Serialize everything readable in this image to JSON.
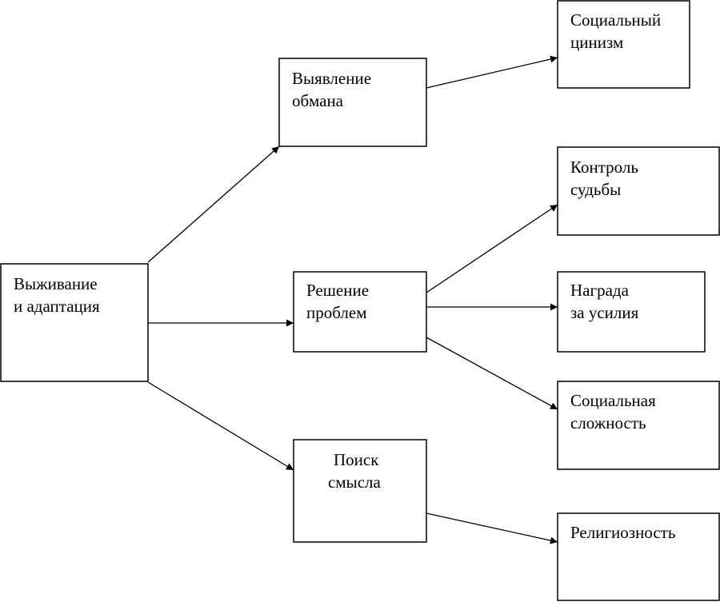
{
  "diagram": {
    "nodes": {
      "survival": {
        "line1": "Выживание",
        "line2": "и адаптация"
      },
      "deception": {
        "line1": "Выявление",
        "line2": "обмана"
      },
      "problem_solving": {
        "line1": "Решение",
        "line2": "проблем"
      },
      "meaning": {
        "line1": "Поиск",
        "line2": "смысла"
      },
      "cynicism": {
        "line1": "Социальный",
        "line2": "цинизм"
      },
      "fate_control": {
        "line1": "Контроль",
        "line2": "судьбы"
      },
      "reward": {
        "line1": "Награда",
        "line2": "за усилия"
      },
      "complexity": {
        "line1": "Социальная",
        "line2": "сложность"
      },
      "religiosity": {
        "line1": "Религиозность"
      }
    },
    "edges": [
      {
        "from": "survival",
        "to": "deception"
      },
      {
        "from": "survival",
        "to": "problem_solving"
      },
      {
        "from": "survival",
        "to": "meaning"
      },
      {
        "from": "deception",
        "to": "cynicism"
      },
      {
        "from": "problem_solving",
        "to": "fate_control"
      },
      {
        "from": "problem_solving",
        "to": "reward"
      },
      {
        "from": "problem_solving",
        "to": "complexity"
      },
      {
        "from": "meaning",
        "to": "religiosity"
      }
    ]
  }
}
